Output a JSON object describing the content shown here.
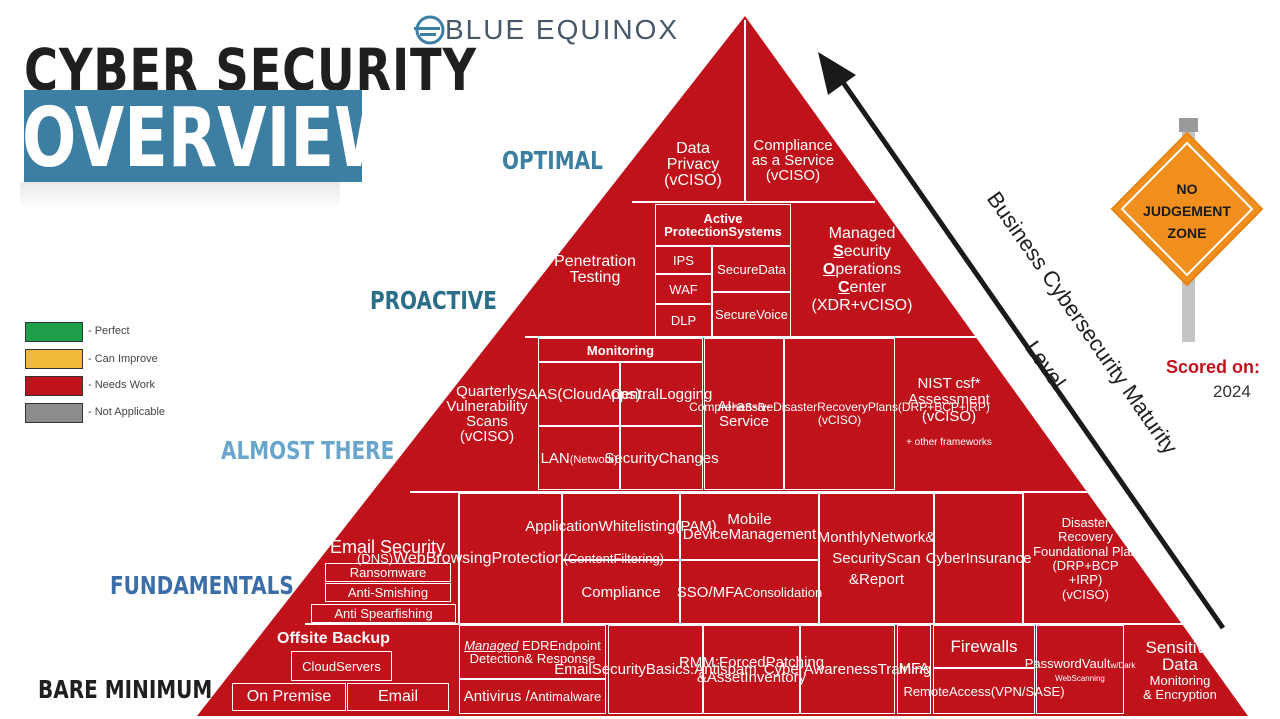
{
  "brand": {
    "name": "BLUE EQUINOX"
  },
  "title": {
    "line1": "CYBER SECURITY",
    "line2": "OVERVIEW"
  },
  "tiers": {
    "optimal": "OPTIMAL",
    "proactive": "PROACTIVE",
    "almost_there": "ALMOST THERE",
    "fundamentals": "FUNDAMENTALS",
    "bare_minimum": "BARE MINIMUM"
  },
  "legend": [
    {
      "label": "- Perfect",
      "color": "#1e9e4a"
    },
    {
      "label": "- Can Improve",
      "color": "#f0b93a"
    },
    {
      "label": "- Needs Work",
      "color": "#c0121b"
    },
    {
      "label": "- Not Applicable",
      "color": "#8c8c8c"
    }
  ],
  "arrow_label": {
    "line1": "Business Cybersecurity Maturity",
    "line2": "Level"
  },
  "sign": {
    "line1": "NO",
    "line2": "JUDGEMENT",
    "line3": "ZONE"
  },
  "score": {
    "label": "Scored on:",
    "year": "2024"
  },
  "colors": {
    "pyramid": "#c0121b",
    "tier_blue": "#3c7fa2",
    "tier_light": "#5f9fc5",
    "tier_dark": "#1f1f1f"
  },
  "optimal": {
    "data_privacy": {
      "l1": "Data",
      "l2": "Privacy",
      "l3": "(vCISO)"
    },
    "compliance_service": {
      "l1": "Compliance",
      "l2": "as a Service",
      "l3": "(vCISO)"
    }
  },
  "proactive": {
    "pen_testing": {
      "l1": "Penetration",
      "l2": "Testing"
    },
    "active_protection": {
      "l1": "Active Protection",
      "l2": "Systems"
    },
    "ips": "IPS",
    "waf": "WAF",
    "dlp": "DLP",
    "secure_data": {
      "l1": "Secure",
      "l2": "Data"
    },
    "secure_voice": {
      "l1": "Secure",
      "l2": "Voice"
    },
    "soc": {
      "l1": "Managed",
      "l2a": "S",
      "l2b": "ecurity",
      "l3a": "O",
      "l3b": "perations",
      "l4a": "C",
      "l4b": "enter",
      "l5": "(XDR+vCISO)"
    }
  },
  "almost": {
    "quarterly": {
      "l1": "Quarterly",
      "l2": "Vulnerability",
      "l3": "Scans",
      "l4": "(vCISO)"
    },
    "monitoring": "Monitoring",
    "saas": {
      "l1": "SAAS",
      "l2": "(Cloud",
      "l3": "Apps)"
    },
    "central_logging": {
      "l1": "Central",
      "l2": "Logging"
    },
    "lan": {
      "l1": "LAN",
      "l2": "(Network)"
    },
    "security_changes": {
      "l1": "Security",
      "l2": "Changes"
    },
    "ai_service": {
      "l1": "AI-as-a-",
      "l2": "Service"
    },
    "drp": {
      "l1": "Comprehensive",
      "l2": "Disaster",
      "l3": "Recovery",
      "l4": "Plans",
      "l5": "(DRP+BCP",
      "l6": "+IRP)",
      "l7": "(vCISO)"
    },
    "nist": {
      "l1": "NIST csf*",
      "l2": "Assessment",
      "l3": "(vCISO)",
      "l4": "+ other frameworks"
    }
  },
  "fundamentals": {
    "email_security": "Email Security",
    "ransomware": "Ransomware",
    "anti_smishing": "Anti-Smishing",
    "anti_spearfishing": "Anti Spearfishing",
    "web": {
      "l1": "(DNS)",
      "l2": "Web",
      "l3": "Browsing",
      "l4": "Protection",
      "l5": "(Content",
      "l6": "Filtering)"
    },
    "app_whitelisting": {
      "l1": "Application",
      "l2": "Whitelisting",
      "l3": "(PAM)"
    },
    "compliance": "Compliance",
    "mdm": {
      "l1": "Mobile Device",
      "l2": "Management"
    },
    "sso": {
      "l1": "SSO/MFA",
      "l2": "Consolidation"
    },
    "monthly_scan": {
      "l1": "Monthly",
      "l2": "Network",
      "l3": "& Security",
      "l4": "Scan &",
      "l5": "Report"
    },
    "cyber_insurance": {
      "l1": "Cyber",
      "l2": "Insurance"
    },
    "disaster_recovery": {
      "l1": "Disaster",
      "l2": "Recovery",
      "l3": "Foundational Plan",
      "l4": "(DRP+BCP",
      "l5": "+IRP)",
      "l6": "(vCISO)"
    }
  },
  "bare": {
    "offsite_backup": "Offsite Backup",
    "cloud_servers": {
      "l1": "Cloud",
      "l2": "Servers"
    },
    "on_premise": "On Premise",
    "email": "Email",
    "edr": {
      "l1a": "Managed",
      "l1b": " EDR",
      "l2": "Endpoint Detection",
      "l3": "& Response"
    },
    "antivirus": {
      "l1": "Antivirus /",
      "l2": "Antimalware"
    },
    "email_basics": {
      "l1": "Email",
      "l2": "Security",
      "l3": "Basics:",
      "l4": "Antispam"
    },
    "rmm": {
      "l1": "RMM:",
      "l2": "Forced",
      "l3": "Patching &",
      "l4": "Asset",
      "l5": "Inventory"
    },
    "awareness": {
      "l1": "Cyber",
      "l2": "Awareness",
      "l3": "Training"
    },
    "mfa": {
      "l1": "M",
      "l2": "F",
      "l3": "A"
    },
    "firewalls": "Firewalls",
    "remote_access": {
      "l1": "Remote",
      "l2": "Access",
      "l3": "(VPN/SASE)"
    },
    "password_vault": {
      "l1": "Password",
      "l2": "Vault",
      "l3": "w/",
      "l4": "Dark Web",
      "l5": "Scanning"
    },
    "sensitive_data": {
      "l1": "Sensitive",
      "l2": "Data",
      "l3": "Monitoring",
      "l4": "& Encryption"
    }
  }
}
